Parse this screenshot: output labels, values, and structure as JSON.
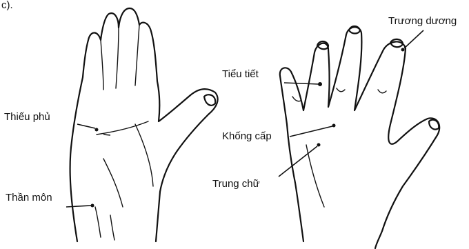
{
  "caption_fragment": "c).",
  "labels": {
    "thieu_phu": "Thiếu phủ",
    "than_mon": "Thần môn",
    "tieu_tiet": "Tiểu tiết",
    "khong_cap": "Khống cấp",
    "trung_chu": "Trung chữ",
    "truong_duong": "Trương dương"
  },
  "colors": {
    "ink": "#111111",
    "background": "#ffffff"
  }
}
